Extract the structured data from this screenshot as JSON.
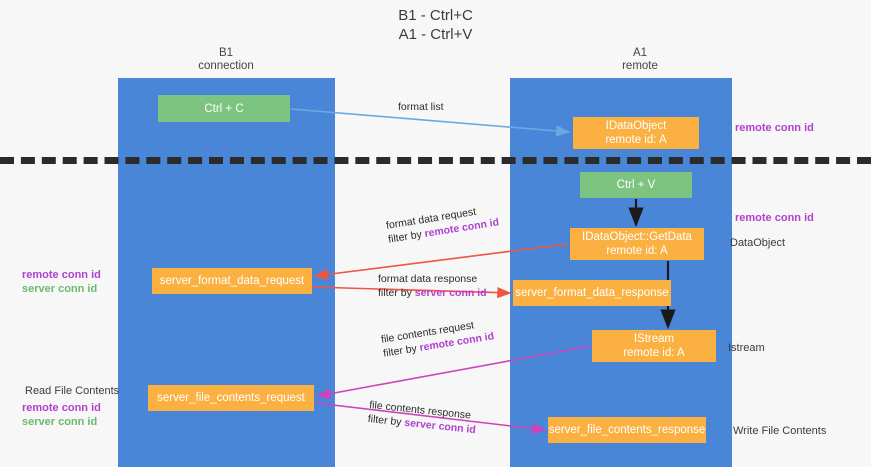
{
  "title": {
    "line1": "B1 - Ctrl+C",
    "line2": "A1 - Ctrl+V"
  },
  "lanes": [
    {
      "id": "b1",
      "name": "B1",
      "role": "connection",
      "color": "#4a86d8"
    },
    {
      "id": "a1",
      "name": "A1",
      "role": "remote",
      "color": "#4a86d8"
    }
  ],
  "nodes": {
    "ctrl_c": {
      "label": "Ctrl + C",
      "color": "#7cc47f"
    },
    "ido_top": {
      "line1": "IDataObject",
      "line2": "remote id: A",
      "color": "#fbb042"
    },
    "ctrl_v": {
      "label": "Ctrl + V",
      "color": "#7cc47f"
    },
    "getdata": {
      "line1": "IDataObject::GetData",
      "line2": "remote id: A",
      "color": "#fbb042"
    },
    "server_format_data_request": {
      "label": "server_format_data_request",
      "color": "#fbb042"
    },
    "server_format_data_response": {
      "label": "server_format_data_response",
      "color": "#fbb042"
    },
    "istream": {
      "line1": "IStream",
      "line2": "remote id: A",
      "color": "#fbb042"
    },
    "server_file_contents_request": {
      "label": "server_file_contents_request",
      "color": "#fbb042"
    },
    "server_file_contents_response": {
      "label": "server_file_contents_response",
      "color": "#fbb042"
    }
  },
  "arrow_labels": {
    "format_list": {
      "text": "format list"
    },
    "format_data_request": {
      "line1": "format data request",
      "prefix": "filter by ",
      "highlight": "remote conn id"
    },
    "format_data_response": {
      "line1": "format data response",
      "prefix": "filter by ",
      "highlight": "server conn id"
    },
    "file_contents_request": {
      "line1": "file contents request",
      "prefix": "filter by ",
      "highlight": "remote conn id"
    },
    "file_contents_response": {
      "line1": "file contents response",
      "prefix": "filter by ",
      "highlight": "server conn id"
    }
  },
  "side_labels": {
    "right_remote_conn_id_top": "remote conn id",
    "right_remote_conn_id_mid": "remote conn id",
    "dataobject": "DataObject",
    "istream": "Istream",
    "write_file_contents": "Write File Contents",
    "left_remote_conn_id_mid": "remote conn id",
    "left_server_conn_id_mid": "server conn id",
    "read_file_contents": "Read File Contents",
    "left_remote_conn_id_bottom": "remote conn id",
    "left_server_conn_id_bottom": "server conn id"
  },
  "colors": {
    "lane": "#4a86d8",
    "green_node": "#7cc47f",
    "orange_node": "#fbb042",
    "purple_text": "#b23fd0",
    "green_text": "#6aba6d",
    "arrow_blue": "#6aa9e0",
    "arrow_red": "#ef5542",
    "arrow_magenta": "#cc44bb",
    "arrow_black": "#1a1a1a",
    "background": "#f7f7f7",
    "divider": "#2b2b2b"
  }
}
